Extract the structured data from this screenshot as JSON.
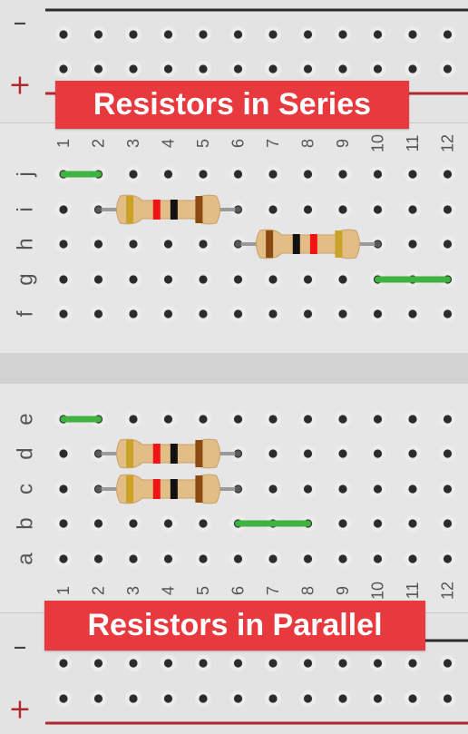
{
  "titles": {
    "series": "Resistors in Series",
    "parallel": "Resistors in Parallel"
  },
  "rails": {
    "minus": "–",
    "plus": "+"
  },
  "columns": [
    "1",
    "2",
    "3",
    "4",
    "5",
    "6",
    "7",
    "8",
    "9",
    "10",
    "11",
    "12"
  ],
  "rows_top": [
    "j",
    "i",
    "h",
    "g",
    "f"
  ],
  "rows_bottom": [
    "e",
    "d",
    "c",
    "b",
    "a"
  ],
  "colors": {
    "board": "#dcdcdc",
    "hole": "#2c2c2c",
    "hole_ring": "#ececec",
    "rail_negative": "#2b2b2b",
    "rail_positive": "#b3262c",
    "banner": "#e8393f",
    "jumper": "#3fb23f",
    "resistor_body": "#e2bd86",
    "band_red": "#f01414",
    "band_black": "#111111",
    "band_brown": "#8a4a12",
    "band_gold": "#c9a227"
  },
  "jumpers": [
    {
      "name": "jumper-series-j1-j2",
      "row": "j",
      "from": "1",
      "to": "2"
    },
    {
      "name": "jumper-series-g10-g12",
      "row": "g",
      "from": "10",
      "to": "12"
    },
    {
      "name": "jumper-parallel-e1-e2",
      "row": "e",
      "from": "1",
      "to": "2"
    },
    {
      "name": "jumper-parallel-b6-b8",
      "row": "b",
      "from": "6",
      "to": "8"
    }
  ],
  "resistors": [
    {
      "name": "resistor-series-1",
      "row": "i",
      "from": "2",
      "to": "6",
      "bands": [
        "gold",
        "red",
        "black",
        "brown"
      ]
    },
    {
      "name": "resistor-series-2",
      "row": "h",
      "from": "6",
      "to": "10",
      "bands": [
        "brown",
        "black",
        "red",
        "gold"
      ]
    },
    {
      "name": "resistor-parallel-1",
      "row": "d",
      "from": "2",
      "to": "6",
      "bands": [
        "gold",
        "red",
        "black",
        "brown"
      ]
    },
    {
      "name": "resistor-parallel-2",
      "row": "c",
      "from": "2",
      "to": "6",
      "bands": [
        "gold",
        "red",
        "black",
        "brown"
      ]
    }
  ]
}
